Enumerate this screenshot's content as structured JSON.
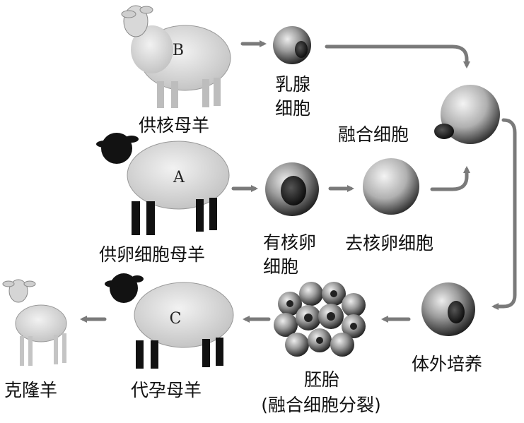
{
  "labels": {
    "sheep_b_letter": "B",
    "sheep_a_letter": "A",
    "sheep_c_letter": "C",
    "nucleus_donor": "供核母羊",
    "mammary_line1": "乳腺",
    "mammary_line2": "细胞",
    "fused_cell": "融合细胞",
    "egg_donor": "供卵细胞母羊",
    "nucleated_egg_line1": "有核卵",
    "nucleated_egg_line2": "细胞",
    "enucleated_egg": "去核卵细胞",
    "cloned_sheep": "克隆羊",
    "surrogate": "代孕母羊",
    "embryo_line1": "胚胎",
    "embryo_line2": "(融合细胞分裂)",
    "in_vitro": "体外培养"
  },
  "colors": {
    "arrow": "#7a7a7a",
    "wool": "#e4e4e4",
    "black_sheep_head": "#111111",
    "cell_outer": "#1e1e1e",
    "cell_nucleus": "#0e0e0e"
  }
}
